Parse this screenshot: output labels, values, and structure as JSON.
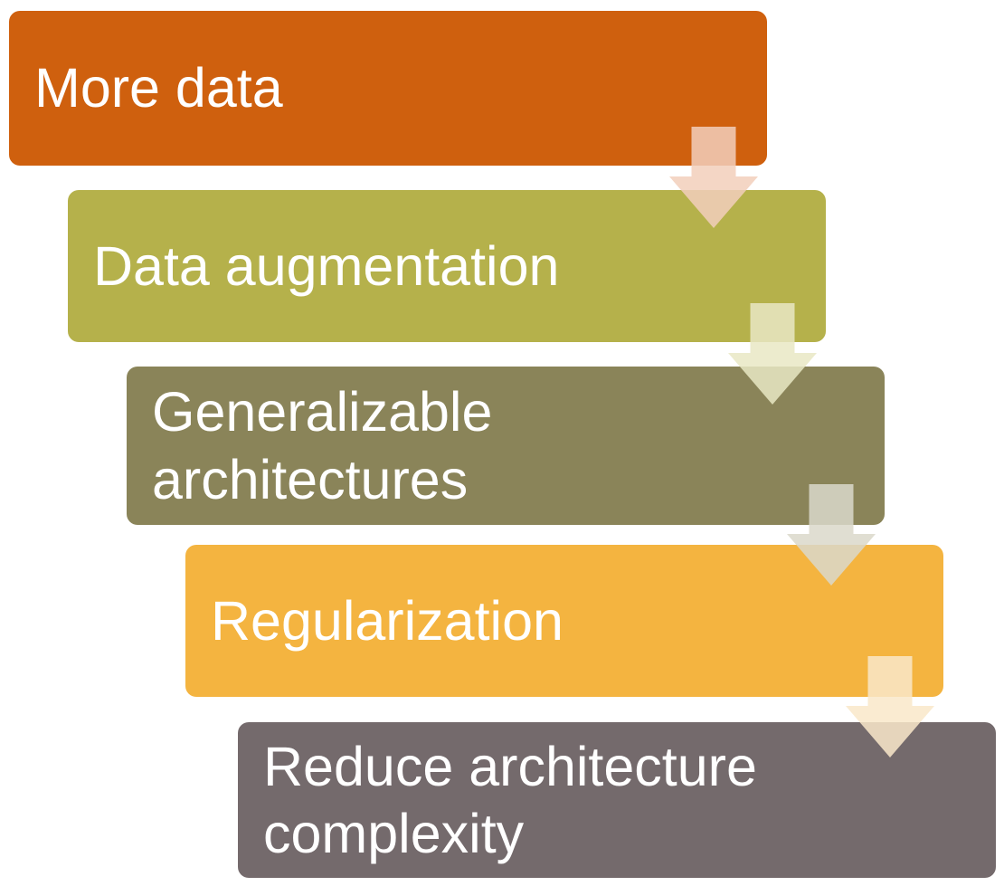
{
  "diagram": {
    "type": "step-down-process",
    "background_color": "#FFFFFF",
    "text_color": "#FFFFFF",
    "steps": [
      {
        "label": "More data",
        "color": "#CF600E",
        "arrow_color": "#F3CFBC"
      },
      {
        "label": "Data augmentation",
        "color": "#B5B14B",
        "arrow_color": "#E9E8C5"
      },
      {
        "label": "Generalizable architectures",
        "color": "#8A8459",
        "arrow_color": "#DBD9CB"
      },
      {
        "label": "Regularization",
        "color": "#F4B440",
        "arrow_color": "#FAE8CA"
      },
      {
        "label": "Reduce architecture complexity",
        "color": "#746A6C"
      }
    ]
  }
}
